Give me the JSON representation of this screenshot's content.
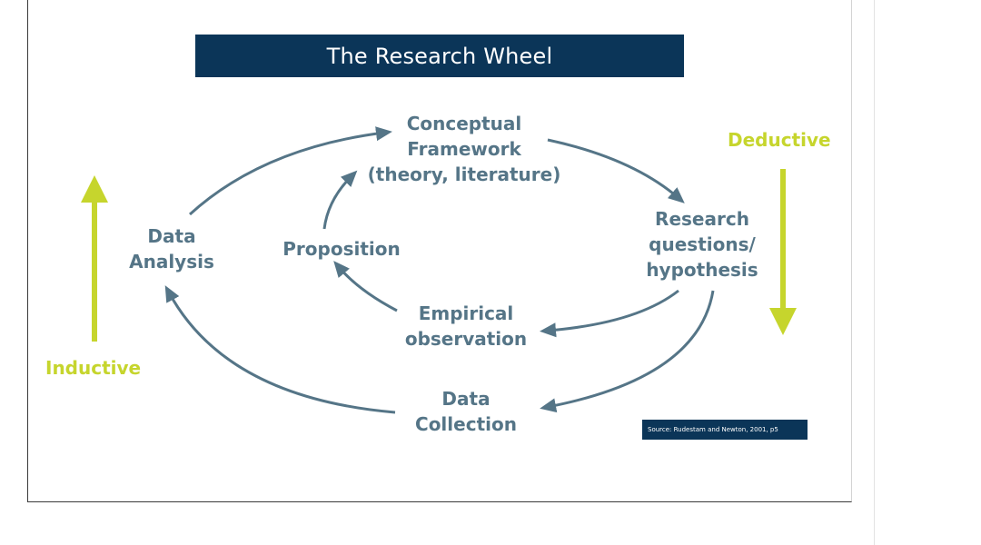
{
  "title": "The Research Wheel",
  "nodes": {
    "conceptual_framework": [
      "Conceptual",
      "Framework",
      "(theory, literature)"
    ],
    "research_questions": [
      "Research",
      "questions/",
      "hypothesis"
    ],
    "empirical_observation": [
      "Empirical",
      "observation"
    ],
    "data_collection": [
      "Data",
      "Collection"
    ],
    "data_analysis": [
      "Data",
      "Analysis"
    ],
    "proposition": "Proposition"
  },
  "side_labels": {
    "deductive": "Deductive",
    "inductive": "Inductive"
  },
  "source": "Source: Rudestam and Newton, 2001, p5",
  "colors": {
    "title_bg": "#0b3558",
    "node_text": "#557587",
    "arrow": "#557587",
    "accent": "#c6d52d"
  }
}
